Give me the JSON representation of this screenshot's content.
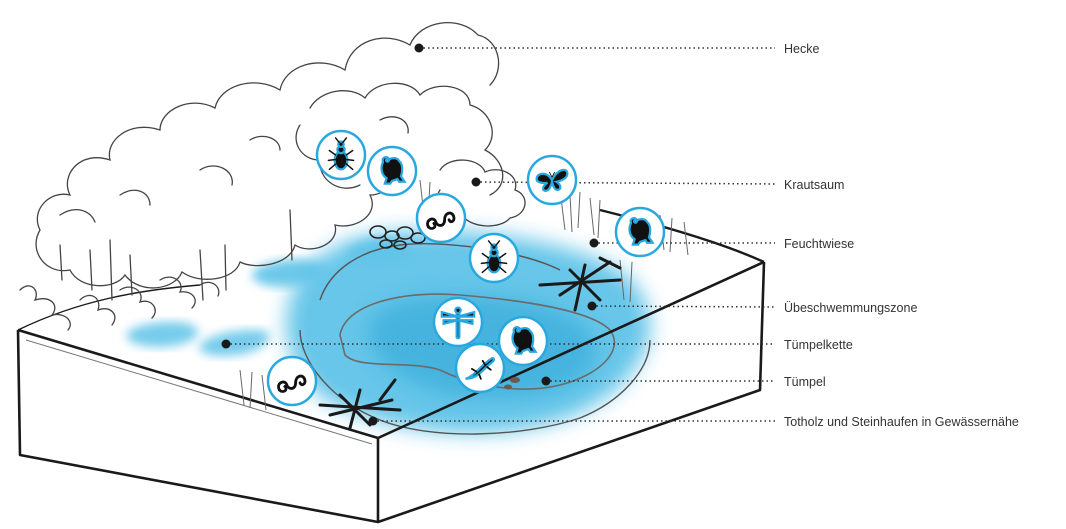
{
  "labels": {
    "hecke": "Hecke",
    "krautsaum": "Krautsaum",
    "feuchtwiese": "Feuchtwiese",
    "ueberschwemmungszone": "Übeschwemmungszone",
    "tuempelkette": "Tümpelkette",
    "tuempel": "Tümpel",
    "totholz": "Totholz und Steinhaufen in Gewässernähe"
  },
  "colors": {
    "water": "#5ec3e8",
    "water_dark": "#2aa5d6",
    "badge_ring": "#29a8e0",
    "ink": "#1a1a1a",
    "line": "#333333"
  },
  "species_icons": [
    "beetle-icon",
    "frog-icon",
    "butterfly-icon",
    "frog-icon",
    "snake-icon",
    "beetle-icon",
    "dragonfly-icon",
    "frog-icon",
    "lizard-icon",
    "snake-icon"
  ]
}
